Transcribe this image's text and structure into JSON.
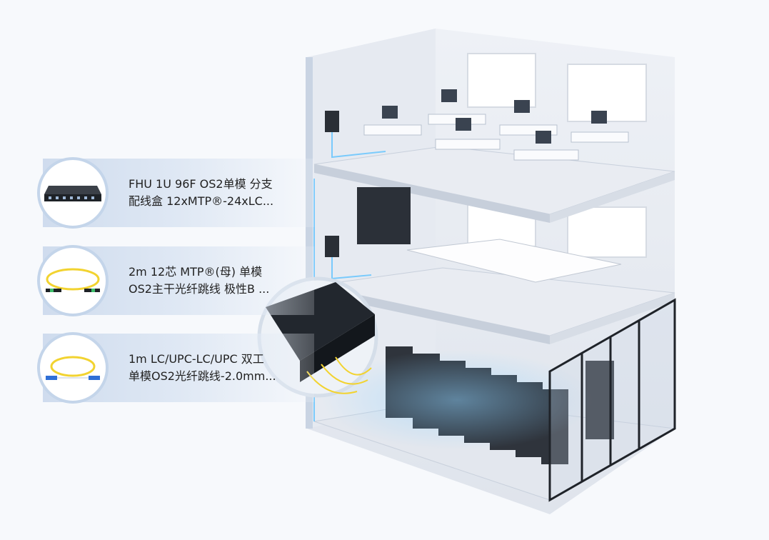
{
  "products": [
    {
      "line1": "FHU 1U 96F OS2单模 分支",
      "line2": "配线盒 12xMTP®-24xLC...",
      "icon": "fiber-enclosure"
    },
    {
      "line1": "2m 12芯 MTP®(母) 单模",
      "line2": "OS2主干光纤跳线 极性B ...",
      "icon": "mtp-cable"
    },
    {
      "line1": "1m LC/UPC-LC/UPC 双工",
      "line2": "单模OS2光纤跳线-2.0mm...",
      "icon": "lc-cable"
    }
  ],
  "colors": {
    "accent": "#c4d5ea",
    "fiber": "#f2d330",
    "glow": "#5fc3ff"
  }
}
